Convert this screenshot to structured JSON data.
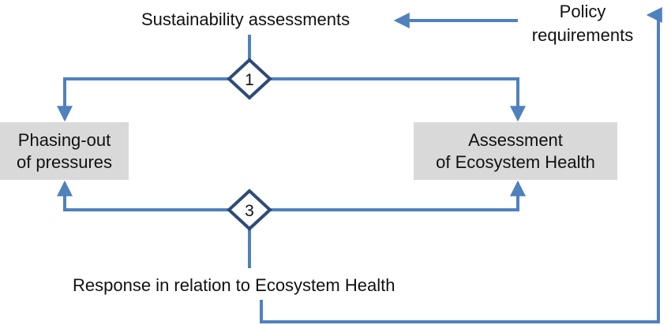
{
  "colors": {
    "connector": "#4f81bd",
    "decision_border": "#2e4a78",
    "box_fill": "#d9d9d9",
    "text": "#111111"
  },
  "labels": {
    "sustainability": "Sustainability assessments",
    "policy_line1": "Policy",
    "policy_line2": "requirements",
    "response": "Response in relation to Ecosystem Health"
  },
  "boxes": {
    "phasing_line1": "Phasing-out",
    "phasing_line2": "of pressures",
    "assessment_line1": "Assessment",
    "assessment_line2": "of Ecosystem Health"
  },
  "decisions": {
    "top": "1",
    "bottom": "3"
  }
}
